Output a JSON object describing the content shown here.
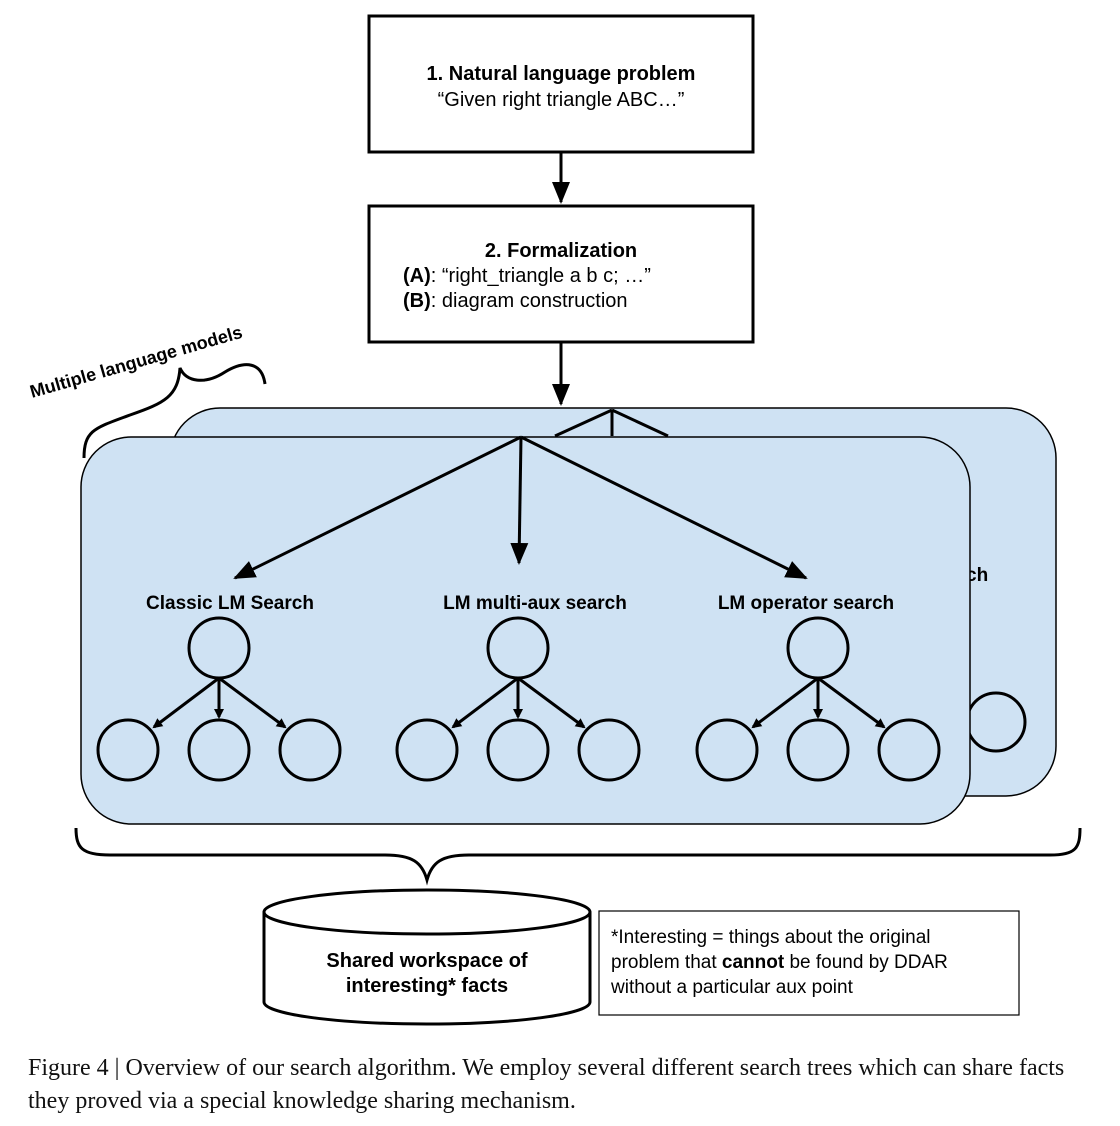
{
  "boxes": {
    "problem": {
      "title": "1. Natural language problem",
      "text": "“Given right triangle ABC…”"
    },
    "formalization": {
      "title": "2. Formalization",
      "line_a_label": "(A)",
      "line_a_text": ": “right_triangle a b c; …”",
      "line_b_label": "(B)",
      "line_b_text": ": diagram construction"
    }
  },
  "brace_label": "Multiple language models",
  "back_panel": {
    "partial_label": "ch"
  },
  "searches": [
    {
      "label": "Classic LM Search"
    },
    {
      "label": "LM multi-aux search"
    },
    {
      "label": "LM operator search"
    }
  ],
  "workspace": {
    "line1": "Shared workspace of",
    "line2": "interesting* facts"
  },
  "note": {
    "line1": "*Interesting = things about the original",
    "line2_pre": "problem that ",
    "line2_bold": "cannot",
    "line2_post": " be found by DDAR",
    "line3": "without a particular aux point"
  },
  "caption": "Figure 4 | Overview of our search algorithm. We employ several different search trees which can share facts they proved via a special knowledge sharing mechanism.",
  "colors": {
    "panel_fill": "#cfe2f3",
    "stroke": "#000000"
  }
}
